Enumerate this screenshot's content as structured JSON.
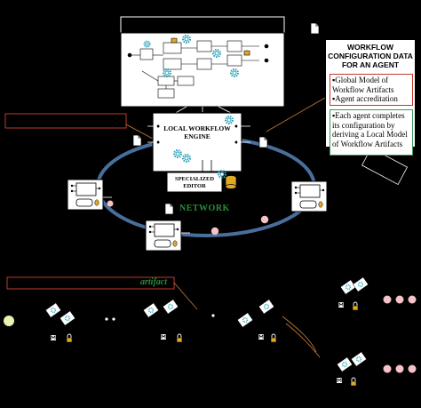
{
  "config_box": {
    "title": "WORKFLOW CONFIGURATION DATA FOR AN AGENT",
    "red_items": [
      "▪Global Model of Workflow Artifacts",
      "▪Agent accreditation"
    ],
    "green_items": [
      "▪Each agent completes its configuration by deriving a Local Model of Workflow Artifacts"
    ]
  },
  "engine": {
    "title": "LOCAL WORKFLOW ENGINE"
  },
  "editor": {
    "title": "SPECIALIZED EDITOR"
  },
  "network": {
    "label": "NETWORK"
  },
  "artifact": {
    "label": "artifact"
  },
  "colors": {
    "network_ring": "#4a6e9c",
    "legend_border": "#c0392b",
    "green_label": "#2e8b3a",
    "token_pink": "#f4c2c7",
    "token_start": "#e9f2b0",
    "gear_teal": "#2aa0b8",
    "connector_orange": "#c87c3a"
  }
}
